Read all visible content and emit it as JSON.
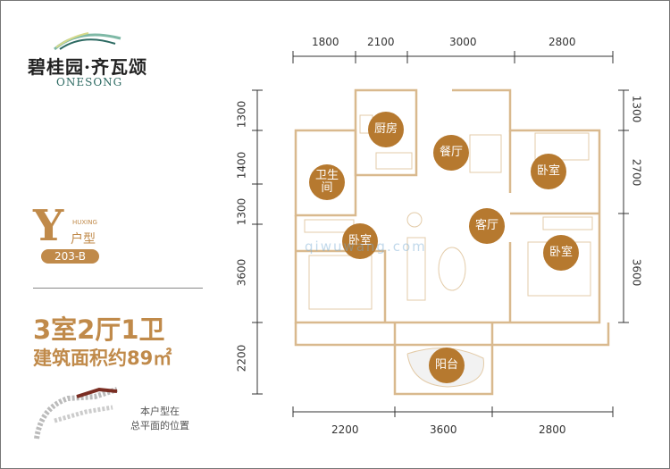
{
  "brand": {
    "name_cn": "碧桂园·齐瓦颂",
    "name_en": "ONESONG"
  },
  "unit": {
    "type_letter": "Y",
    "huxing": "HUXING",
    "type_cn": "户型",
    "code": "203-B"
  },
  "summary": {
    "rooms": "3室2厅1卫",
    "area": "建筑面积约89㎡",
    "location_note_line1": "本户型在",
    "location_note_line2": "总平面的位置"
  },
  "dimensions": {
    "top": [
      "1800",
      "2100",
      "3000",
      "2800"
    ],
    "bottom": [
      "2200",
      "3600",
      "2800"
    ],
    "left": [
      "1300",
      "1400",
      "1300",
      "3600",
      "2200"
    ],
    "right": [
      "1300",
      "2700",
      "3600"
    ]
  },
  "room_labels": {
    "kitchen": "厨房",
    "dining": "餐厅",
    "bath_line1": "卫生",
    "bath_line2": "间",
    "bedroom_left": "卧室",
    "living": "客厅",
    "bedroom_right_top": "卧室",
    "bedroom_right_bottom": "卧室",
    "balcony": "阳台"
  },
  "watermark": "qiwuwang.com",
  "colors": {
    "accent": "#c08a4a",
    "wall": "#d9b98e"
  }
}
